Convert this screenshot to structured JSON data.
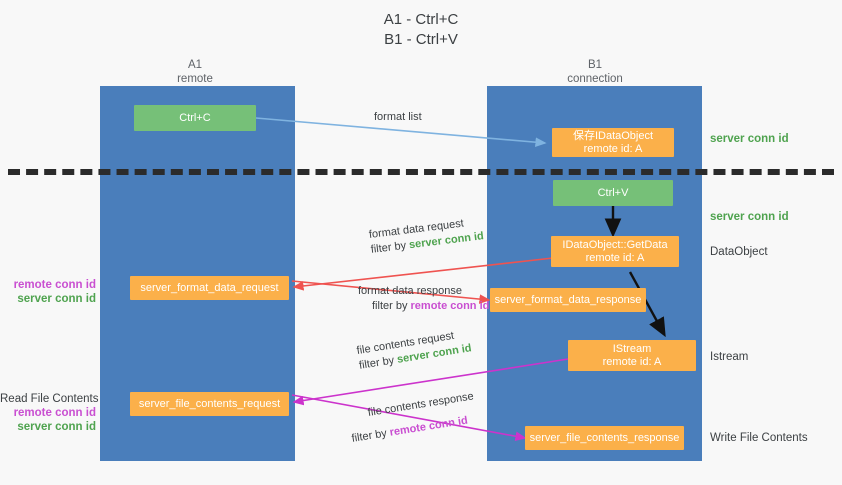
{
  "title": "A1 - Ctrl+C\nB1 - Ctrl+V",
  "columns": [
    {
      "name": "A1",
      "sub": "remote"
    },
    {
      "name": "B1",
      "sub": "connection"
    }
  ],
  "nodes": {
    "ctrl_c": {
      "line1": "Ctrl+C"
    },
    "save_dataobject": {
      "line1": "保存IDataObject",
      "line2": "remote id: A"
    },
    "ctrl_v": {
      "line1": "Ctrl+V"
    },
    "getdata": {
      "line1": "IDataObject::GetData",
      "line2": "remote id: A"
    },
    "format_data_request": {
      "line1": "server_format_data_request"
    },
    "format_data_response": {
      "line1": "server_format_data_response"
    },
    "istream": {
      "line1": "IStream",
      "line2": "remote id: A"
    },
    "file_contents_request": {
      "line1": "server_file_contents_request"
    },
    "file_contents_response": {
      "line1": "server_file_contents_response"
    }
  },
  "side_labels": {
    "server_conn_id_1": "server conn id",
    "server_conn_id_2": "server conn id",
    "dataobject": "DataObject",
    "istream": "Istream",
    "write_file_contents": "Write File Contents",
    "read_file_contents": "Read File Contents",
    "remote_conn_id": "remote conn id",
    "server_conn_id": "server conn id"
  },
  "edges": {
    "format_list": {
      "line1": "format list"
    },
    "format_data_request": {
      "line1": "format data request",
      "filter_prefix": "filter by ",
      "filter_key": "server conn id"
    },
    "format_data_response": {
      "line1": "format data response",
      "filter_prefix": "filter by ",
      "filter_key": "remote conn id"
    },
    "file_contents_request": {
      "line1": "file contents request",
      "filter_prefix": "filter by ",
      "filter_key": "server conn id"
    },
    "file_contents_response": {
      "line1": "file contents response",
      "filter_prefix": "filter by ",
      "filter_key": "remote conn id"
    }
  },
  "colors": {
    "lane": "#4a7ebb",
    "green_node": "#76c078",
    "orange_node": "#fbb04a",
    "server_conn": "#4fa34f",
    "remote_conn": "#c94fd1",
    "arrow_blue": "#7fb3e0",
    "arrow_red": "#ef5350",
    "arrow_magenta": "#cc33cc",
    "arrow_black": "#000000"
  }
}
